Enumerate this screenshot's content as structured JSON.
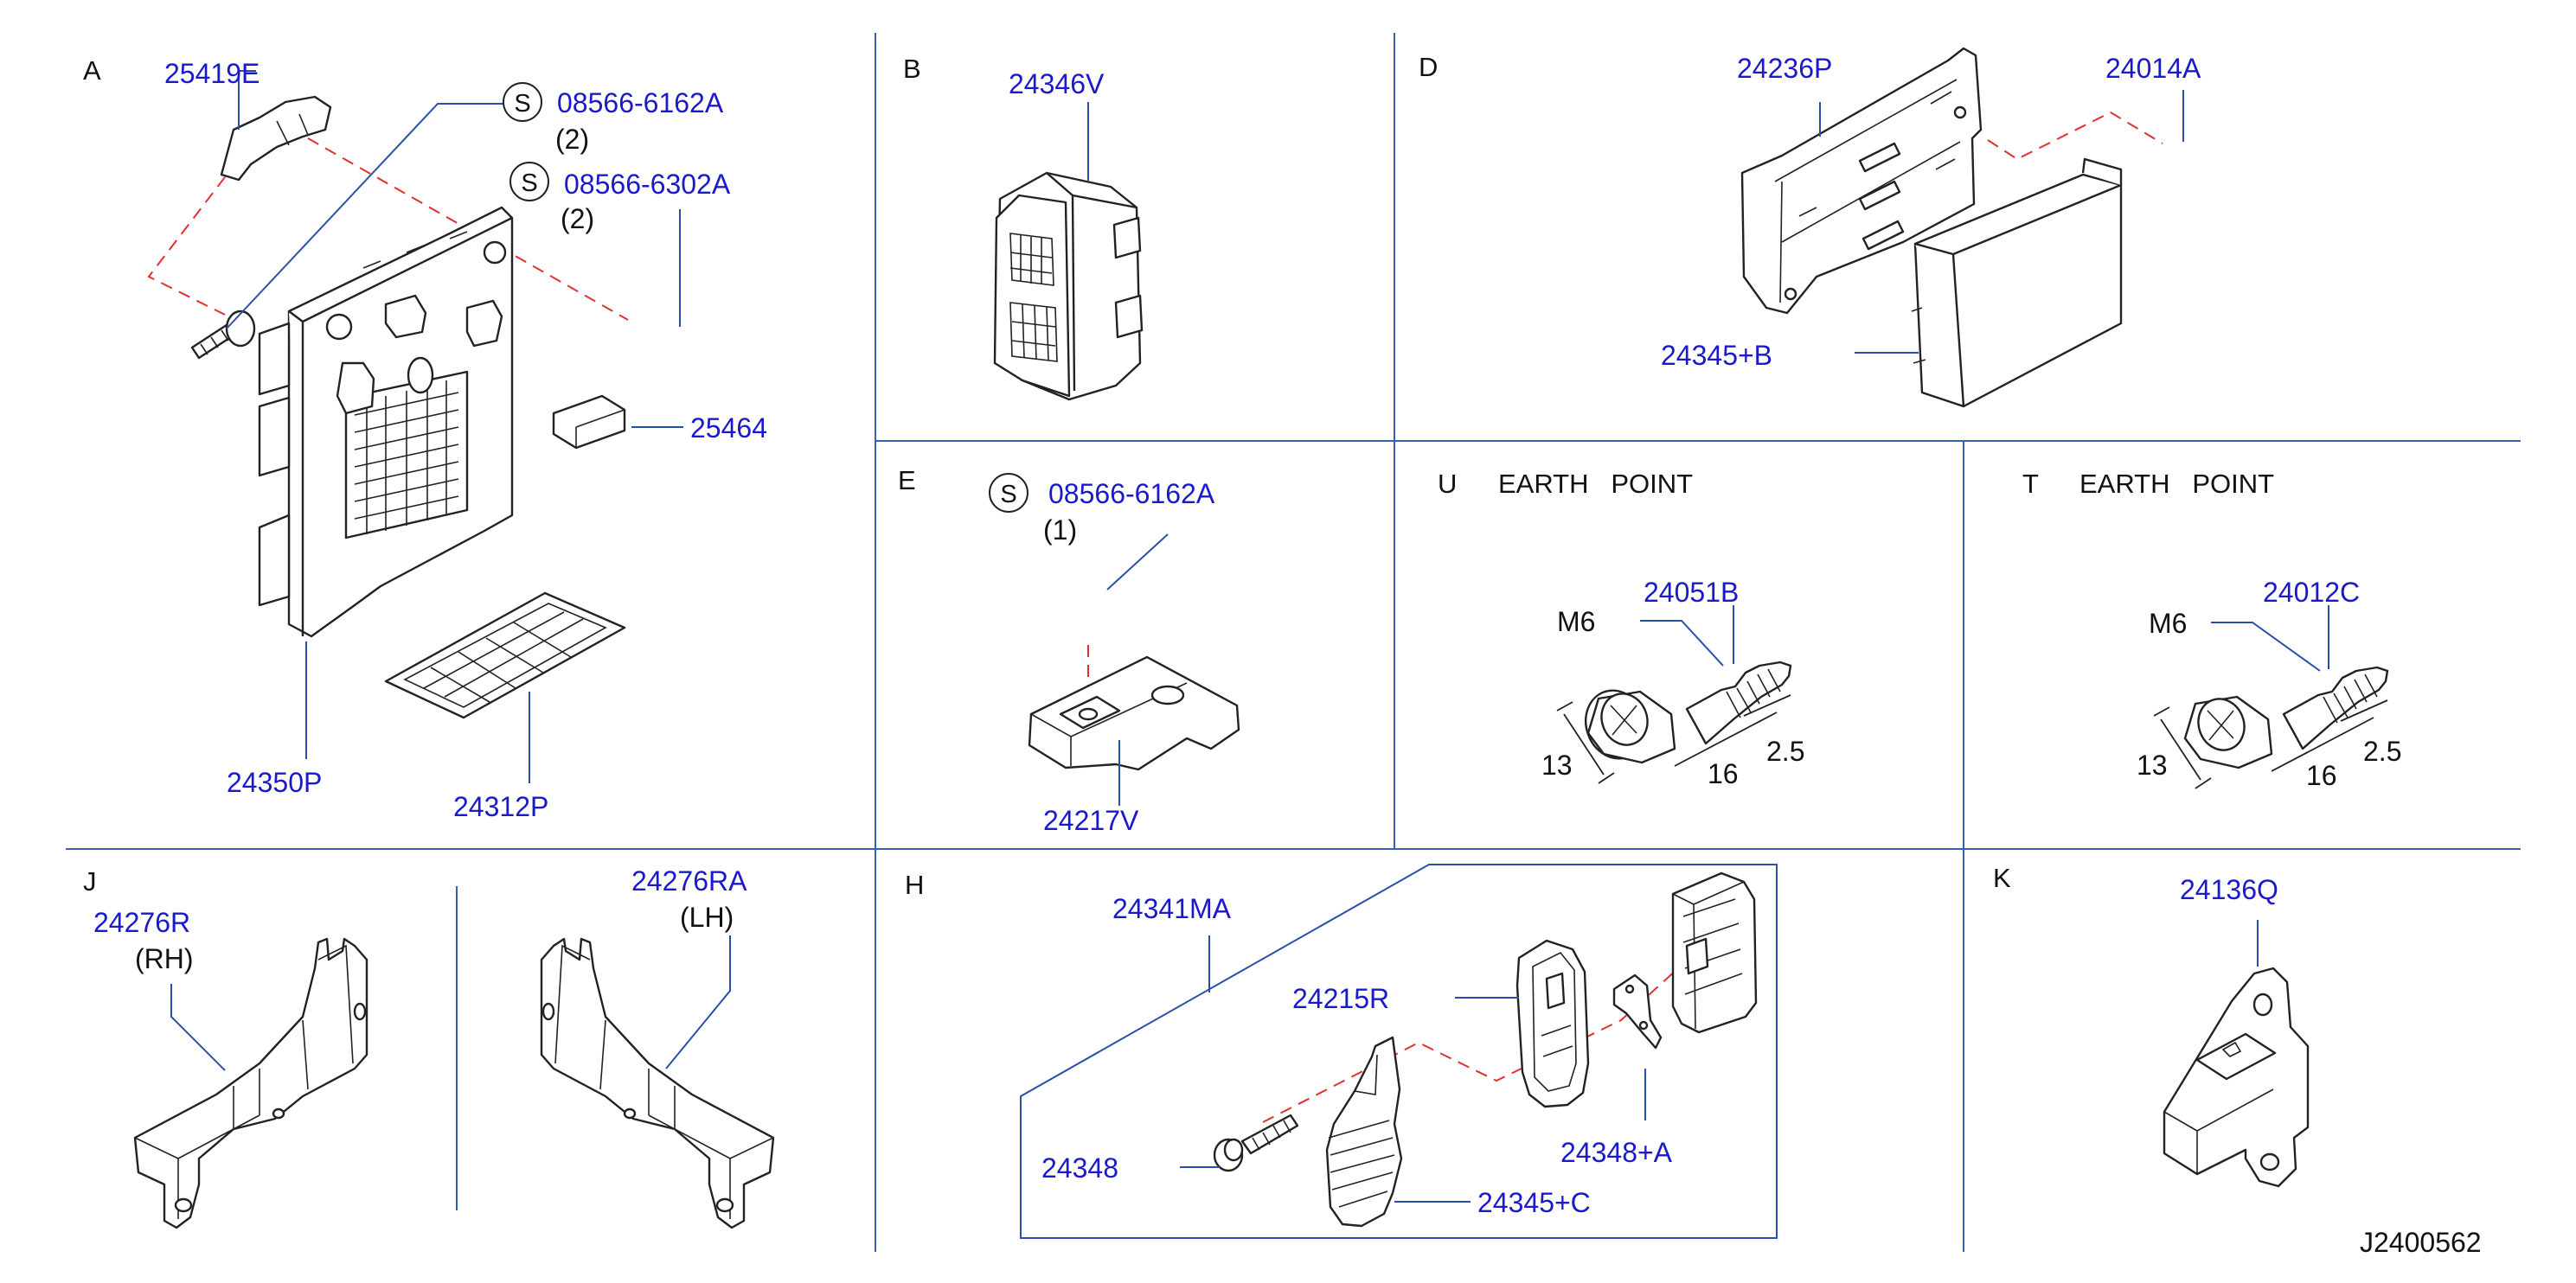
{
  "sections": {
    "A": "A",
    "B": "B",
    "D": "D",
    "E": "E",
    "U": "U",
    "T": "T",
    "J": "J",
    "H": "H",
    "K": "K"
  },
  "headers": {
    "u": "EARTH   POINT",
    "t": "EARTH   POINT"
  },
  "parts": {
    "a_25419E": "25419E",
    "a_08566_6162A": "08566-6162A",
    "a_qty1": "(2)",
    "a_08566_6302A": "08566-6302A",
    "a_qty2": "(2)",
    "a_25464": "25464",
    "a_24350P": "24350P",
    "a_24312P": "24312P",
    "b_24346V": "24346V",
    "d_24236P": "24236P",
    "d_24014A": "24014A",
    "d_24345B": "24345+B",
    "e_08566_6162A": "08566-6162A",
    "e_qty": "(1)",
    "e_24217V": "24217V",
    "u_24051B": "24051B",
    "t_24012C": "24012C",
    "j_24276R": "24276R",
    "j_rh": "(RH)",
    "j_24276RA": "24276RA",
    "j_lh": "(LH)",
    "h_24341MA": "24341MA",
    "h_24215R": "24215R",
    "h_24348": "24348",
    "h_24348A": "24348+A",
    "h_24345C": "24345+C",
    "k_24136Q": "24136Q"
  },
  "dims": {
    "u_m6": "M6",
    "u_13": "13",
    "u_16": "16",
    "u_25": "2.5",
    "t_m6": "M6",
    "t_13": "13",
    "t_16": "16",
    "t_25": "2.5"
  },
  "symbols": {
    "s": "S"
  },
  "catalog_code": "J2400562",
  "colors": {
    "label": "#1a1acc",
    "divider": "#3a5fb4",
    "leader": "#2a4fa8",
    "dashed": "#e03030",
    "part_line": "#222222"
  }
}
